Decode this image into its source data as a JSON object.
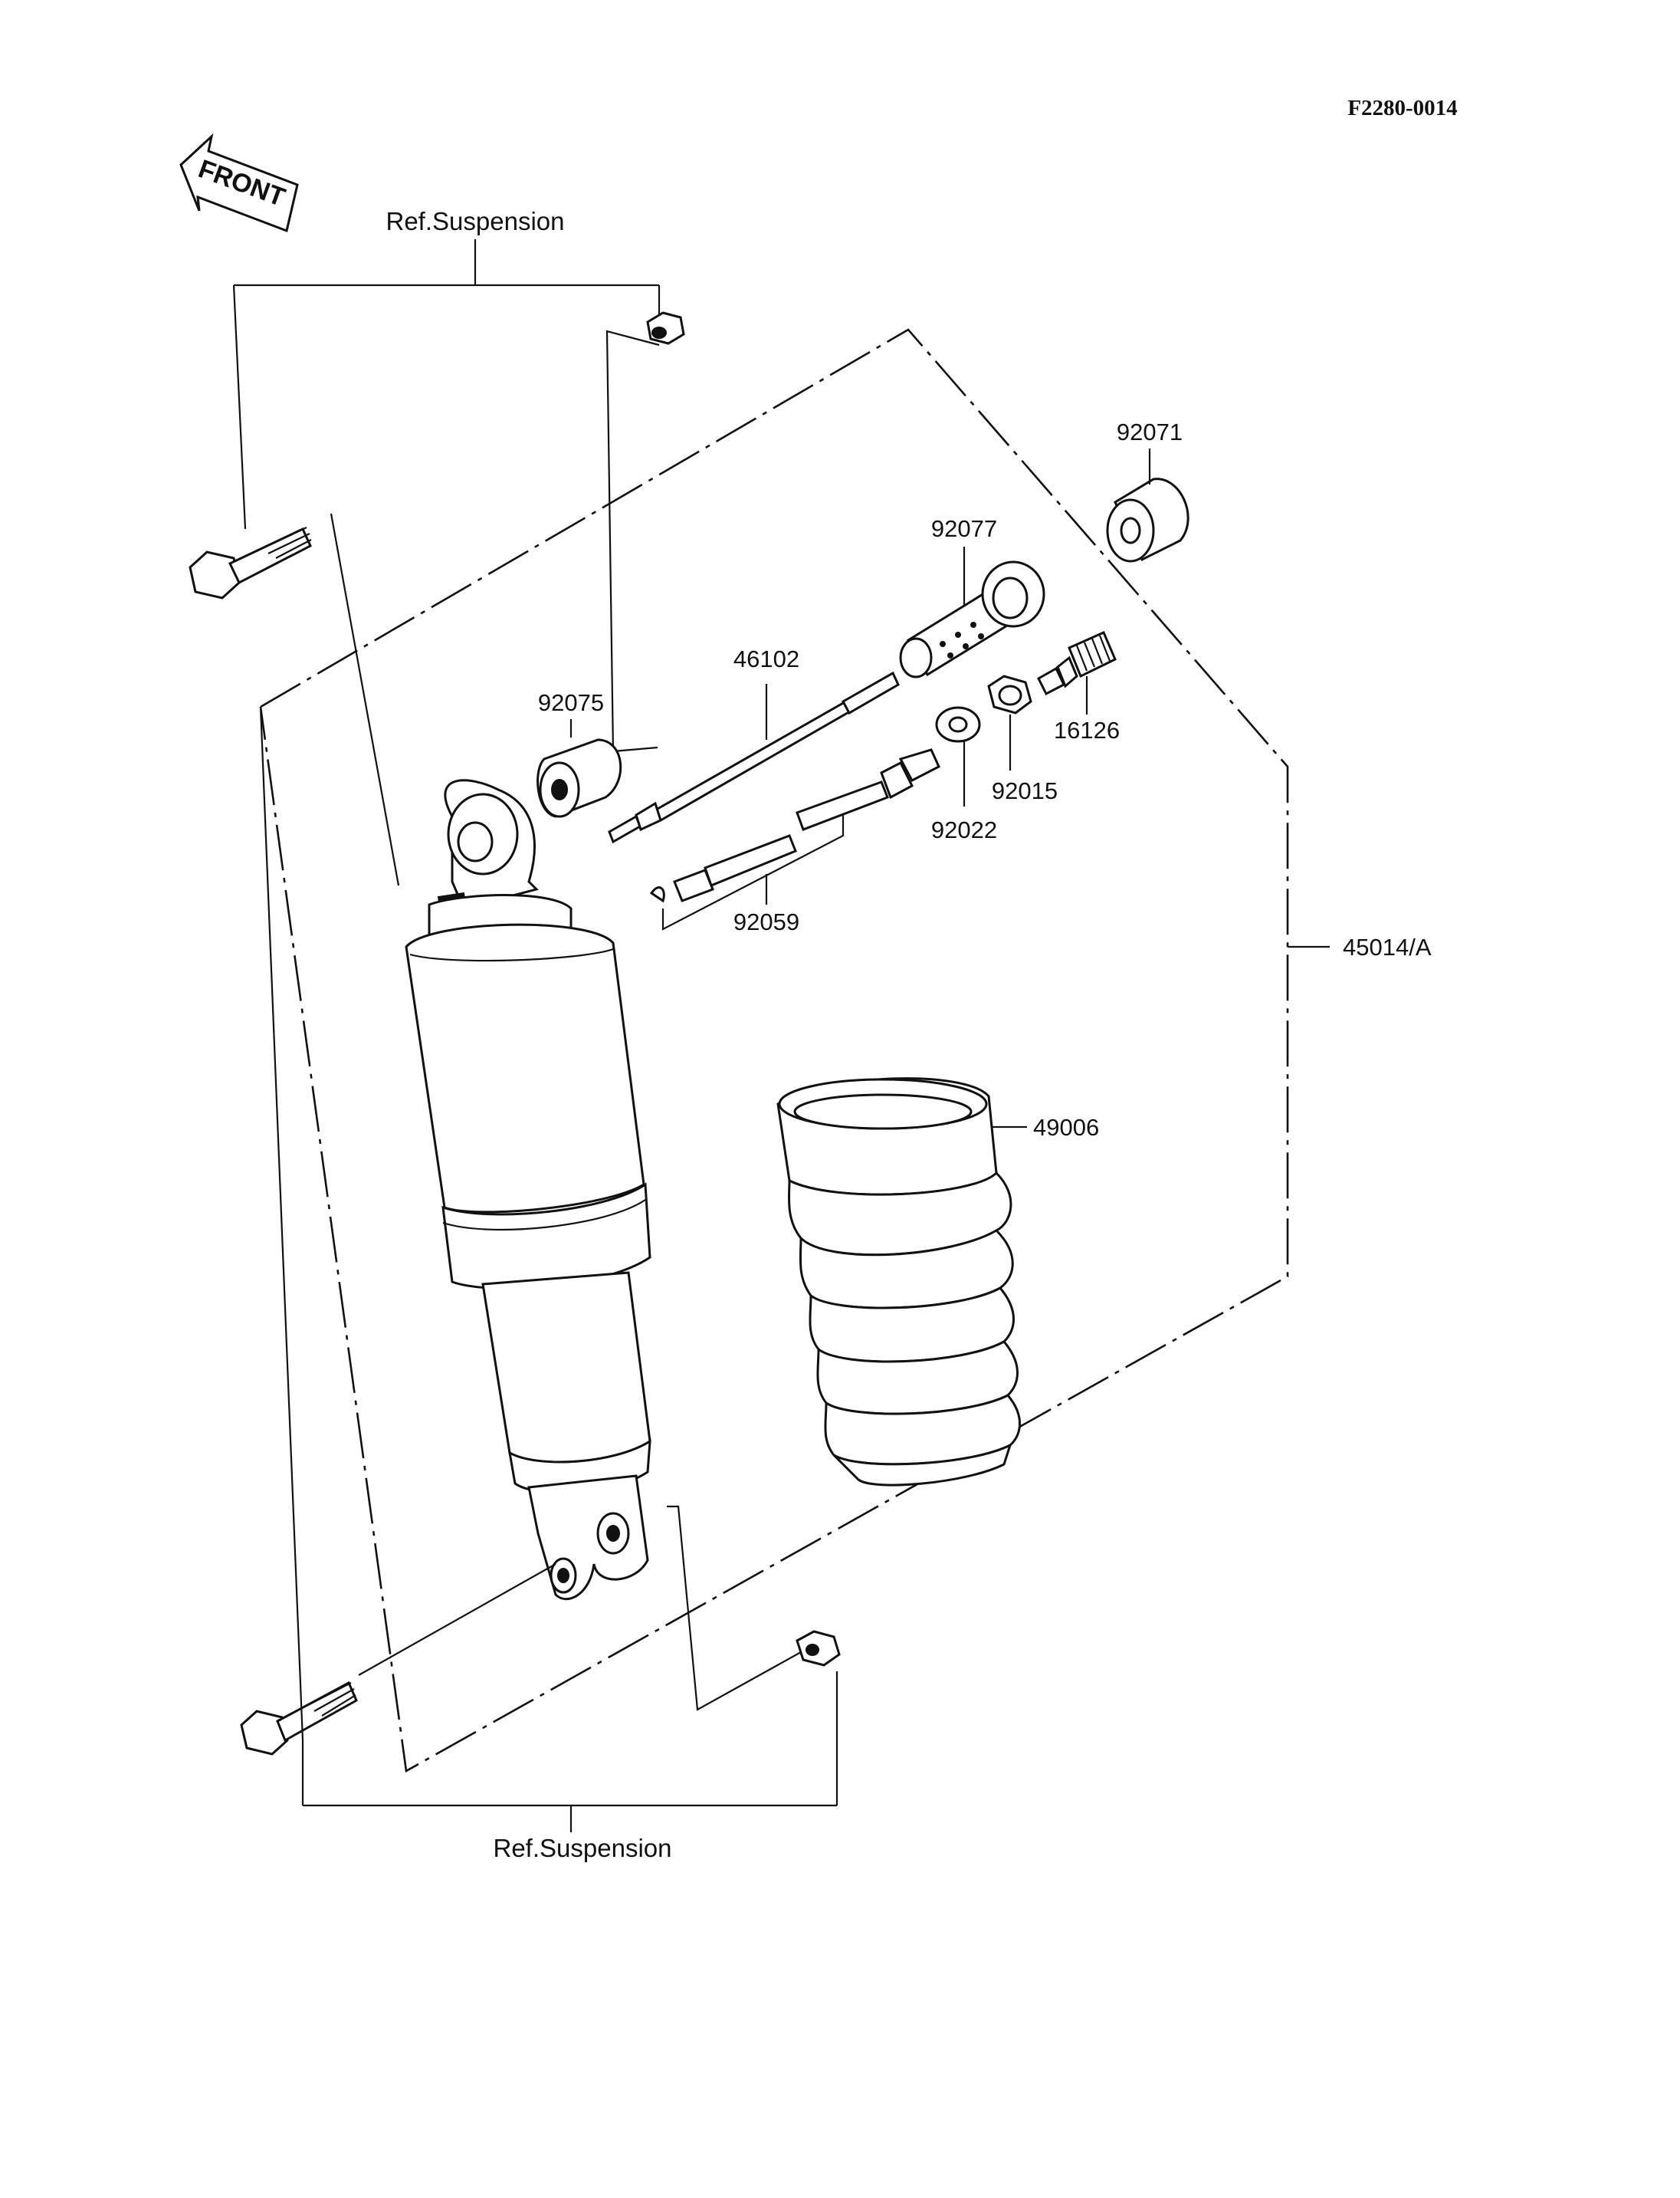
{
  "diagram_code": "F2280-0014",
  "front_arrow_label": "FRONT",
  "ref_top": "Ref.Suspension",
  "ref_bottom": "Ref.Suspension",
  "parts": {
    "p92071": "92071",
    "p92077": "92077",
    "p46102": "46102",
    "p92075": "92075",
    "p16126": "16126",
    "p92015": "92015",
    "p92022": "92022",
    "p92059": "92059",
    "p45014A": "45014/A",
    "p49006": "49006"
  }
}
